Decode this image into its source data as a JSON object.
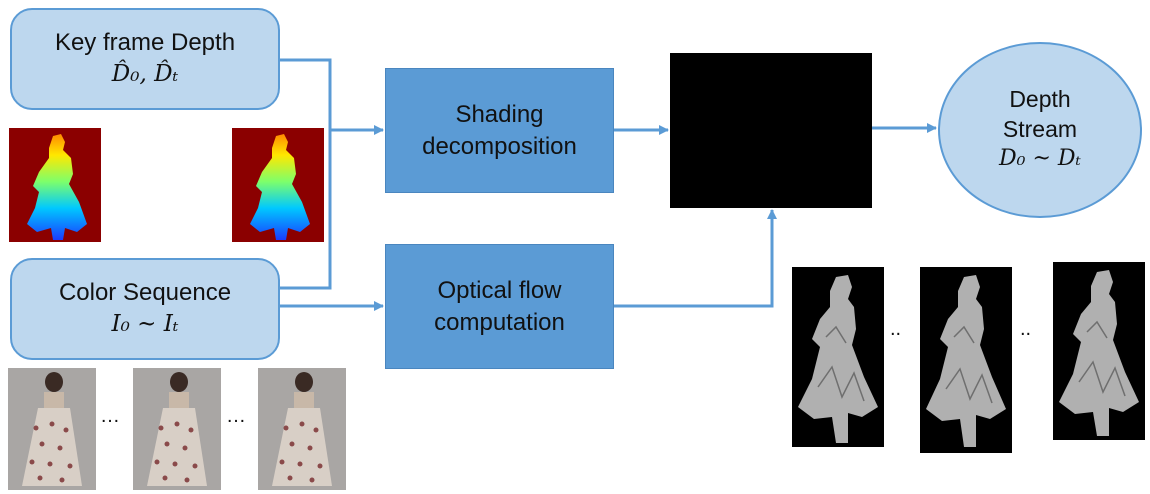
{
  "colors": {
    "input_fill": "#bdd7ee",
    "input_border": "#5b9bd5",
    "process_fill": "#5b9bd5",
    "arrow": "#5b9bd5",
    "depth_background": "#8b0000",
    "render_background": "#000000"
  },
  "nodes": {
    "keyframe": {
      "title": "Key frame Depth",
      "math": "D̂₀, D̂ₜ"
    },
    "color": {
      "title": "Color Sequence",
      "math": "I₀ ~ Iₜ"
    },
    "shading": {
      "line1": "Shading",
      "line2": "decomposition"
    },
    "optical": {
      "line1": "Optical flow",
      "line2": "computation"
    },
    "output": {
      "line1": "Depth",
      "line2": "Stream",
      "math": "D₀ ~ Dₜ"
    }
  },
  "ellipsis": {
    "color_1": "…",
    "color_2": "…",
    "render_1": "..",
    "render_2": ".."
  },
  "thumbnails": {
    "depth_maps": [
      "depth-map",
      "depth-map"
    ],
    "color_frames": [
      "color-frame",
      "color-frame",
      "color-frame"
    ],
    "renders": [
      "render",
      "render",
      "render"
    ]
  }
}
